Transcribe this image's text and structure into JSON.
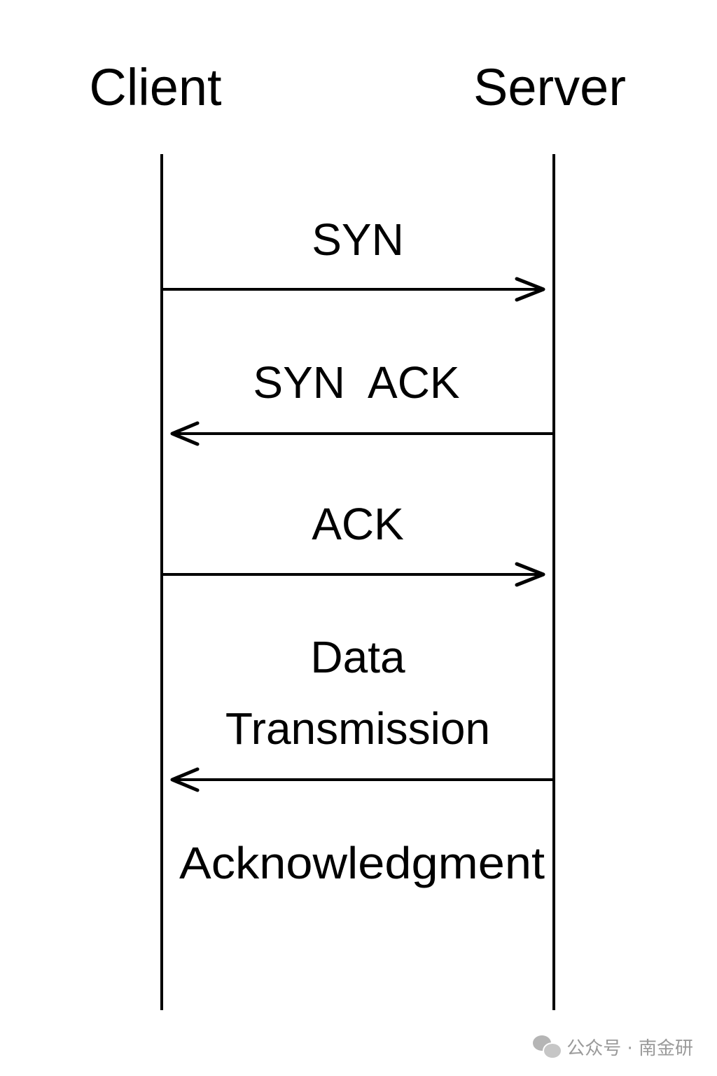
{
  "actors": {
    "client": "Client",
    "server": "Server"
  },
  "messages": [
    {
      "label": "SYN",
      "direction": "client-to-server"
    },
    {
      "label": "SYN  ACK",
      "direction": "server-to-client"
    },
    {
      "label": "ACK",
      "direction": "client-to-server"
    },
    {
      "label_line1": "Data",
      "label_line2": "Transmission",
      "direction": "server-to-client"
    }
  ],
  "final_label": "Acknowledgment",
  "watermark": {
    "icon": "wechat-icon",
    "text": "公众号 · 南金研"
  },
  "colors": {
    "ink": "#000000",
    "watermark": "#9a9a9a"
  }
}
